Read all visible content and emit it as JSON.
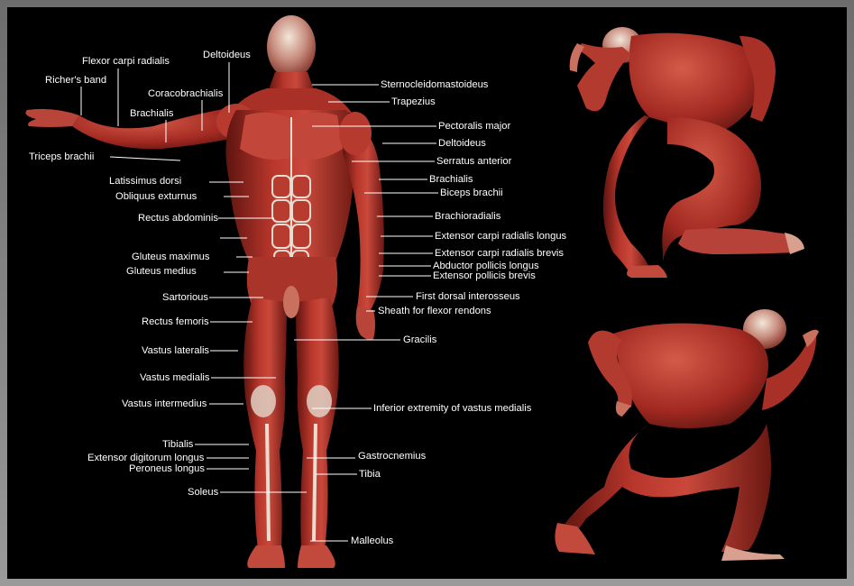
{
  "image": {
    "subject": "anatomical muscle chart",
    "background_color": "#000000",
    "frame_color": "#8a8a8a",
    "muscle_color": "#a32a22",
    "tendon_color": "#e8ddd0",
    "label_color": "#ffffff"
  },
  "labels": {
    "flexor_carpi_radialis": "Flexor carpi radialis",
    "deltoideus_top": "Deltoideus",
    "richers_band": "Richer's band",
    "coracobrachialis": "Coracobrachialis",
    "brachialis_left": "Brachialis",
    "triceps_brachii": "Triceps brachii",
    "latissimus_dorsi": "Latissimus dorsi",
    "obliquus_externus": "Obliquus exturnus",
    "rectus_abdominis": "Rectus abdominis",
    "gluteus_maximus": "Gluteus maximus",
    "gluteus_medius": "Gluteus medius",
    "sartorious": "Sartorious",
    "rectus_femoris": "Rectus femoris",
    "vastus_lateralis": "Vastus lateralis",
    "vastus_medialis": "Vastus medialis",
    "vastus_intermedius": "Vastus intermedius",
    "tibialis": "Tibialis",
    "extensor_digitorum_longus": "Extensor digitorum longus",
    "peroneus_longus": "Peroneus longus",
    "soleus": "Soleus",
    "sternocleidomastoideus": "Sternocleidomastoideus",
    "trapezius": "Trapezius",
    "pectoralis_major": "Pectoralis major",
    "deltoideus_right": "Deltoideus",
    "serratus_anterior": "Serratus anterior",
    "brachialis_right": "Brachialis",
    "biceps_brachii": "Biceps brachii",
    "brachioradialis": "Brachioradialis",
    "extensor_carpi_radialis_longus": "Extensor carpi radialis longus",
    "extensor_carpi_radialis_brevis": "Extensor carpi radialis brevis",
    "abductor_pollicis_longus": "Abductor pollicis longus",
    "extensor_pollicis_brevis": "Extensor pollicis brevis",
    "first_dorsal_interosseus": "First dorsal interosseus",
    "sheath_flexor": "Sheath for flexor rendons",
    "gracilis": "Gracilis",
    "inferior_vastus_medialis": "Inferior extremity of vastus medialis",
    "gastrocnemius": "Gastrocnemius",
    "tibia": "Tibia",
    "malleolus": "Malleolus"
  }
}
